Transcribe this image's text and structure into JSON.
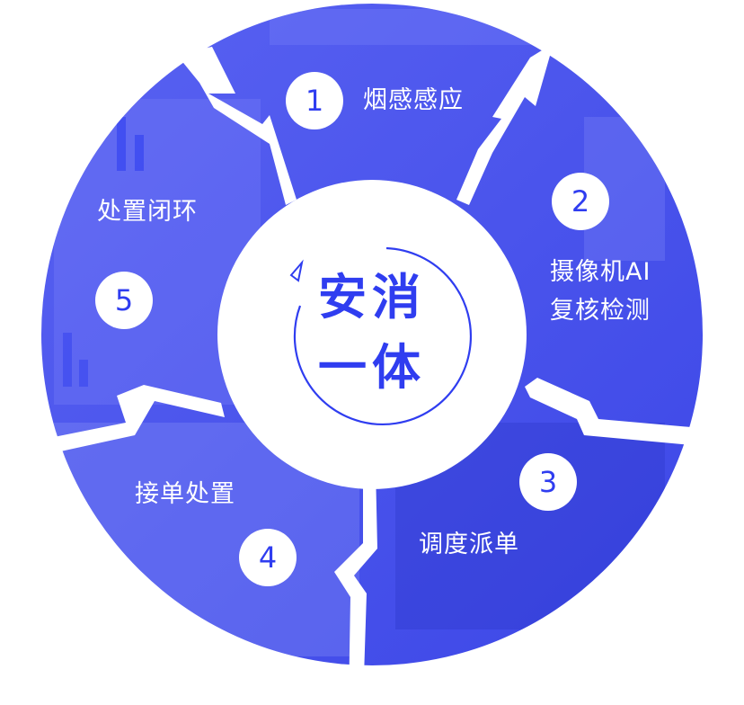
{
  "center": {
    "line1": "安消",
    "line2": "一体"
  },
  "steps": [
    {
      "number": "1",
      "lines": [
        "烟感感应"
      ]
    },
    {
      "number": "2",
      "lines": [
        "摄像机AI",
        "复核检测"
      ]
    },
    {
      "number": "3",
      "lines": [
        "调度派单"
      ]
    },
    {
      "number": "4",
      "lines": [
        "接单处置"
      ]
    },
    {
      "number": "5",
      "lines": [
        "处置闭环"
      ]
    }
  ],
  "colors": {
    "accent": "#2f3df0",
    "segment": "#4a55ee",
    "segment_light": "#6a72f4",
    "text_on_segment": "#ffffff",
    "center_fill": "#ffffff"
  }
}
